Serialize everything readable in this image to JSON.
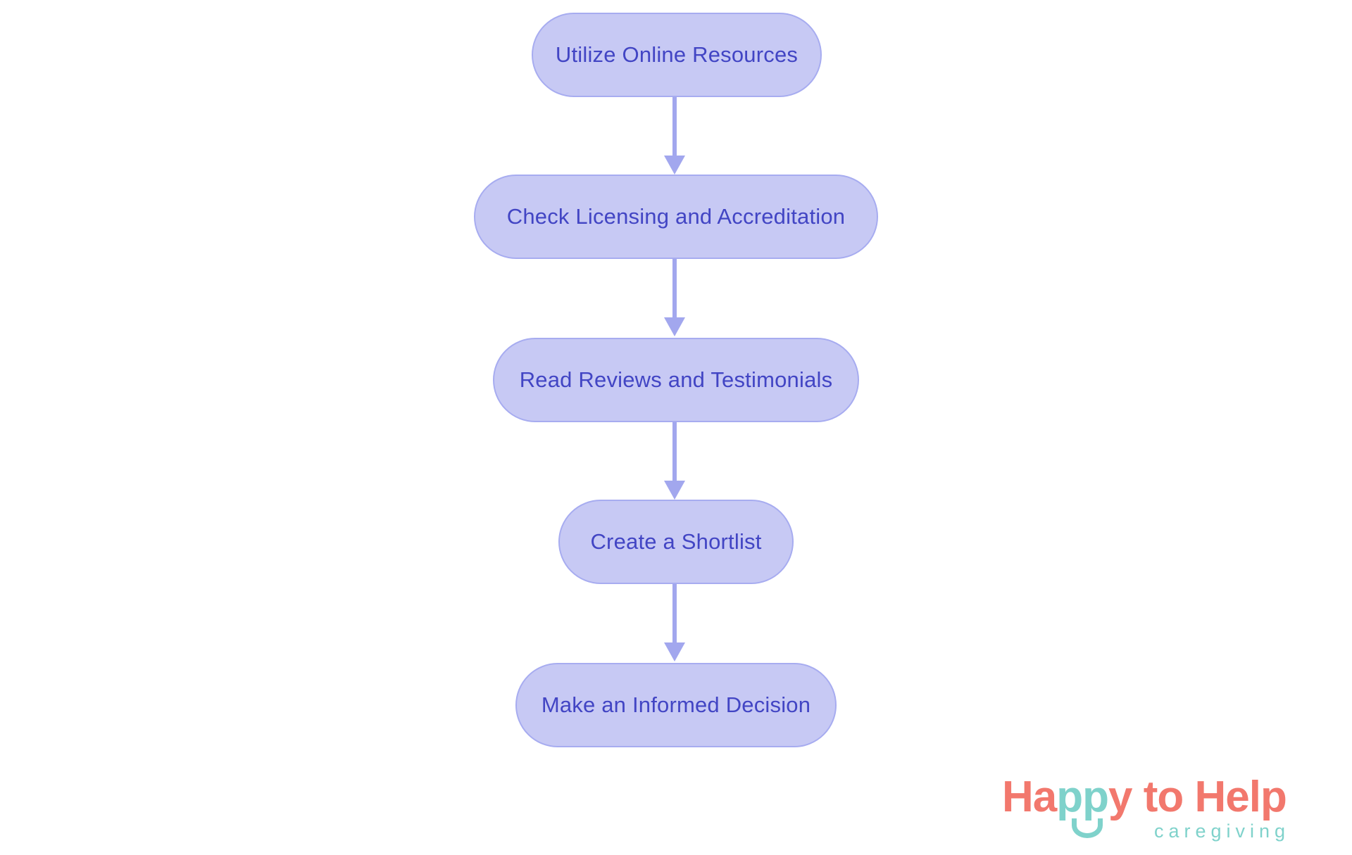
{
  "page": {
    "background_color": "#ffffff"
  },
  "flowchart": {
    "type": "vertical-flow",
    "colors": {
      "node_fill": "#c7c9f4",
      "node_border": "#a7acf0",
      "node_text": "#4245c4",
      "arrow": "#a2a7ee"
    },
    "nodes": [
      {
        "id": "utilize-online-resources",
        "label": "Utilize Online Resources"
      },
      {
        "id": "check-licensing",
        "label": "Check Licensing and Accreditation"
      },
      {
        "id": "read-reviews",
        "label": "Read Reviews and Testimonials"
      },
      {
        "id": "create-shortlist",
        "label": "Create a Shortlist"
      },
      {
        "id": "make-informed-decision",
        "label": "Make an Informed Decision"
      }
    ],
    "connections": [
      {
        "from": "utilize-online-resources",
        "to": "check-licensing"
      },
      {
        "from": "check-licensing",
        "to": "read-reviews"
      },
      {
        "from": "read-reviews",
        "to": "create-shortlist"
      },
      {
        "from": "create-shortlist",
        "to": "make-informed-decision"
      }
    ]
  },
  "logo": {
    "word_ha": "Ha",
    "word_pp": "pp",
    "word_y": "y",
    "word_rest": " to Help",
    "tagline": "caregiving",
    "colors": {
      "coral": "#f2786d",
      "teal": "#7fd2cb"
    }
  }
}
